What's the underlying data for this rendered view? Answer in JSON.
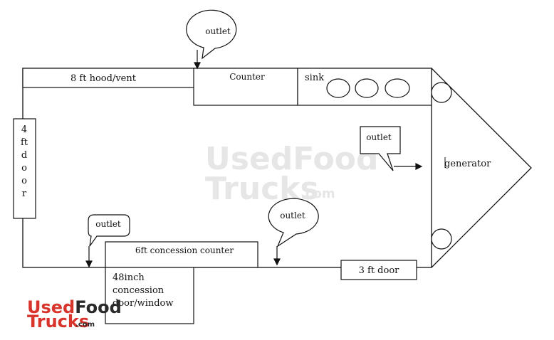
{
  "labels": {
    "hood_vent": "8 ft hood/vent",
    "counter": "Counter",
    "sink": "sink",
    "door_4ft_lines": [
      "4",
      "ft",
      "d",
      "o",
      "o",
      "r"
    ],
    "outlet": "outlet",
    "generator": "generator",
    "concession_counter": "6ft concession counter",
    "concession_window_lines": [
      "48inch",
      "concession",
      "door/window"
    ],
    "door_3ft": "3 ft door"
  },
  "watermark": {
    "line1": "UsedFood",
    "line2": "Trucks",
    "suffix": ".com"
  },
  "logo": {
    "part1": "Used",
    "part2": "Food",
    "line2": "Trucks",
    "suffix": ".com",
    "color_red": "#d9342b",
    "color_dark": "#2a2a2a"
  },
  "colors": {
    "line": "#111111",
    "watermark": "#e6e6e6"
  }
}
